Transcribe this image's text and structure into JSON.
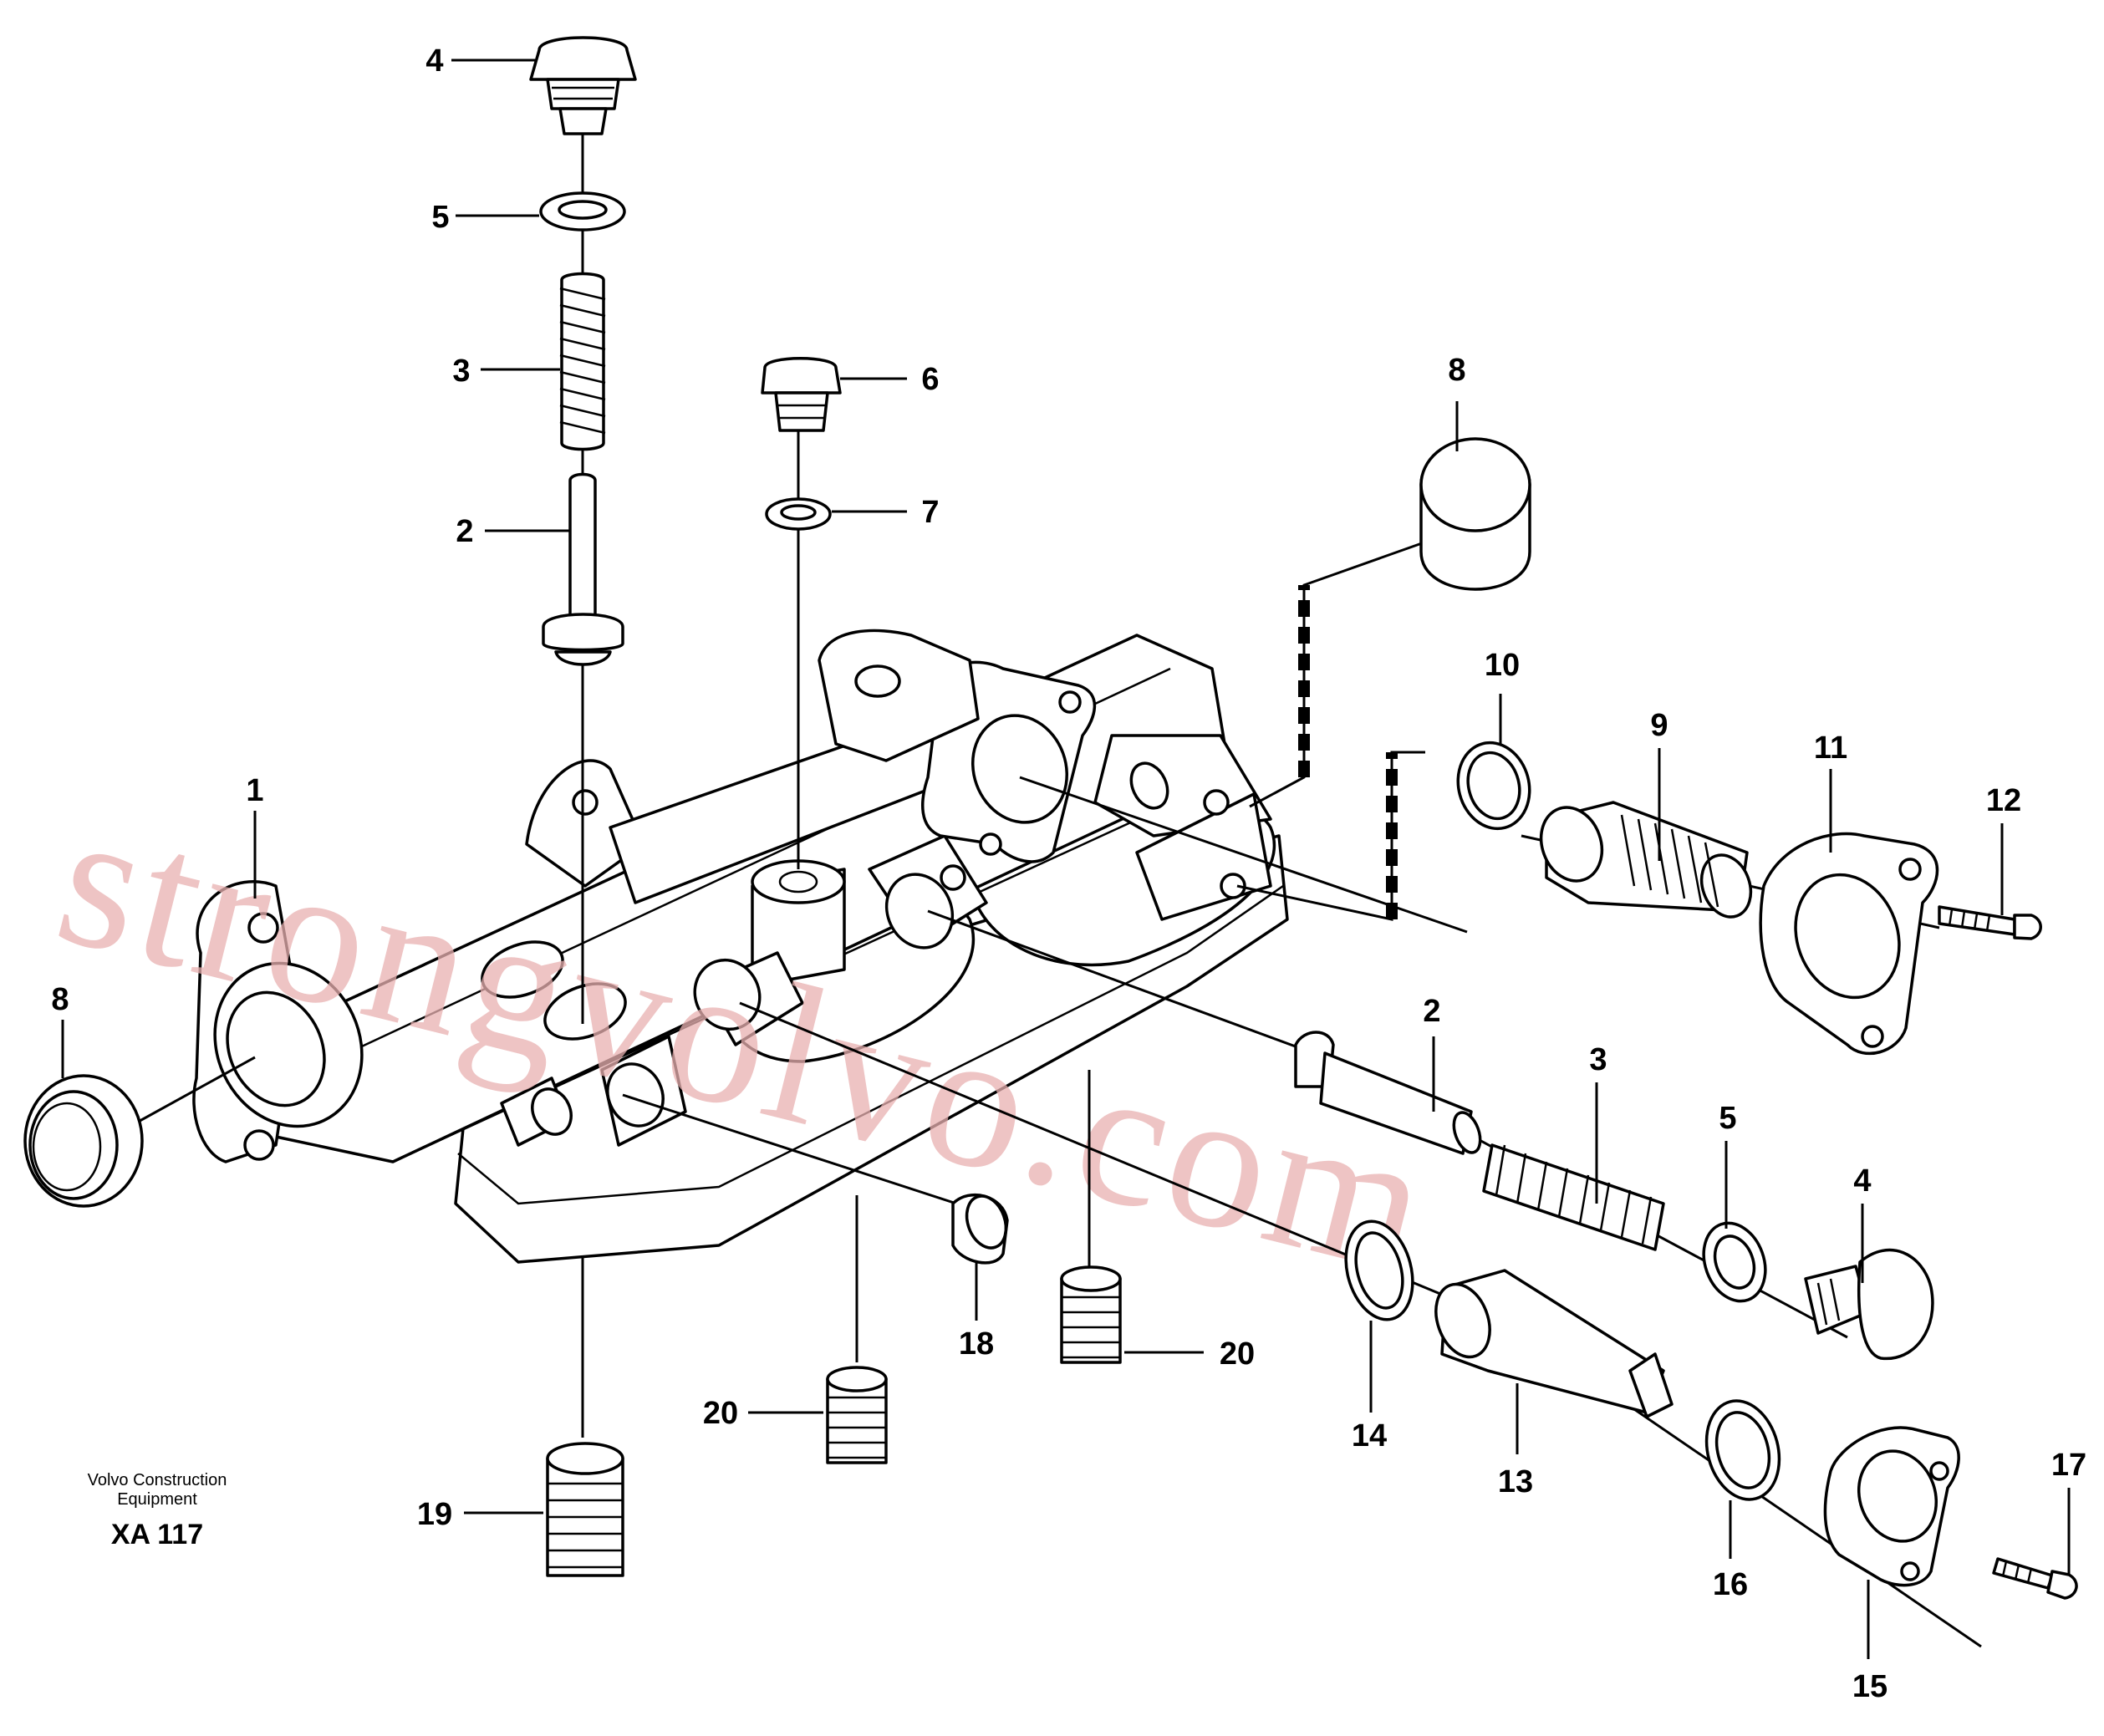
{
  "colors": {
    "line": "#000000",
    "watermark": "#e8b0b0",
    "background": "#ffffff"
  },
  "watermark": "strongvolvo.com",
  "publisher": {
    "line1": "Volvo Construction",
    "line2": "Equipment"
  },
  "figure_code": "XA 117",
  "part_labels": {
    "p1": "1",
    "p2_top": "2",
    "p2_right": "2",
    "p3_top": "3",
    "p3_right": "3",
    "p4_top": "4",
    "p4_right": "4",
    "p5_top": "5",
    "p5_right": "5",
    "p6": "6",
    "p7": "7",
    "p8_left": "8",
    "p8_top": "8",
    "p9": "9",
    "p10": "10",
    "p11": "11",
    "p12": "12",
    "p13": "13",
    "p14": "14",
    "p15": "15",
    "p16": "16",
    "p17": "17",
    "p18": "18",
    "p19": "19",
    "p20_left": "20",
    "p20_right": "20"
  }
}
